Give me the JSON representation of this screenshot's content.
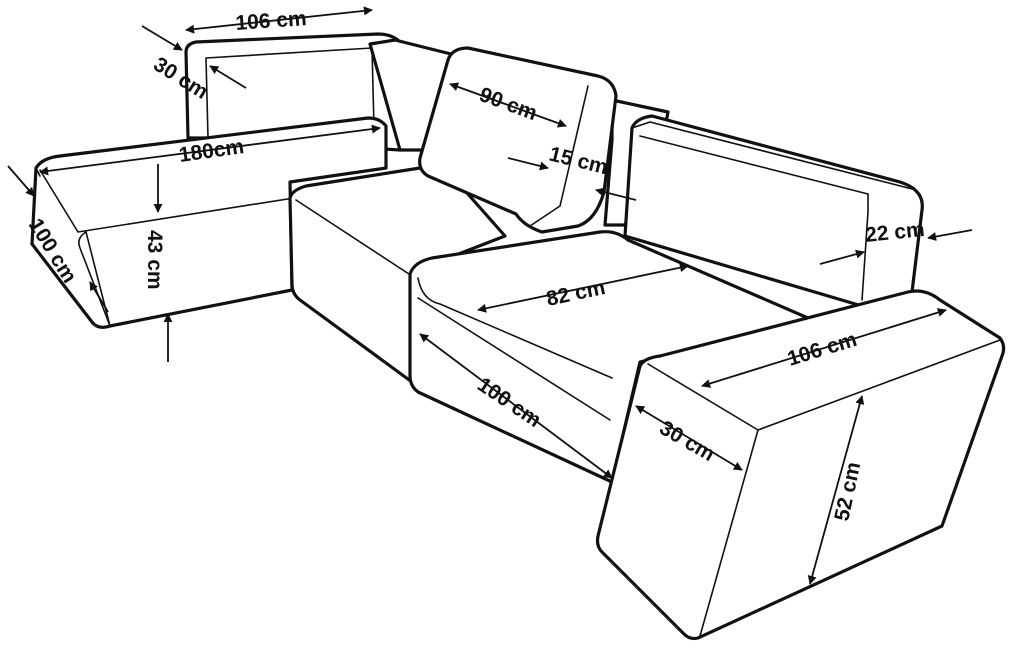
{
  "diagram": {
    "labels": {
      "back_width": "106 cm",
      "back_depth": "30 cm",
      "chaise_length": "180cm",
      "chaise_depth": "100 cm",
      "seat_height": "43 cm",
      "cushion_width": "90 cm",
      "cushion_thickness": "15 cm",
      "backrest_thickness": "22 cm",
      "seat_width": "82 cm",
      "seat_depth": "100 cm",
      "arm_length": "106 cm",
      "arm_width": "30 cm",
      "arm_height": "52 cm"
    },
    "colors": {
      "stroke": "#111111",
      "fill": "#ffffff"
    }
  }
}
